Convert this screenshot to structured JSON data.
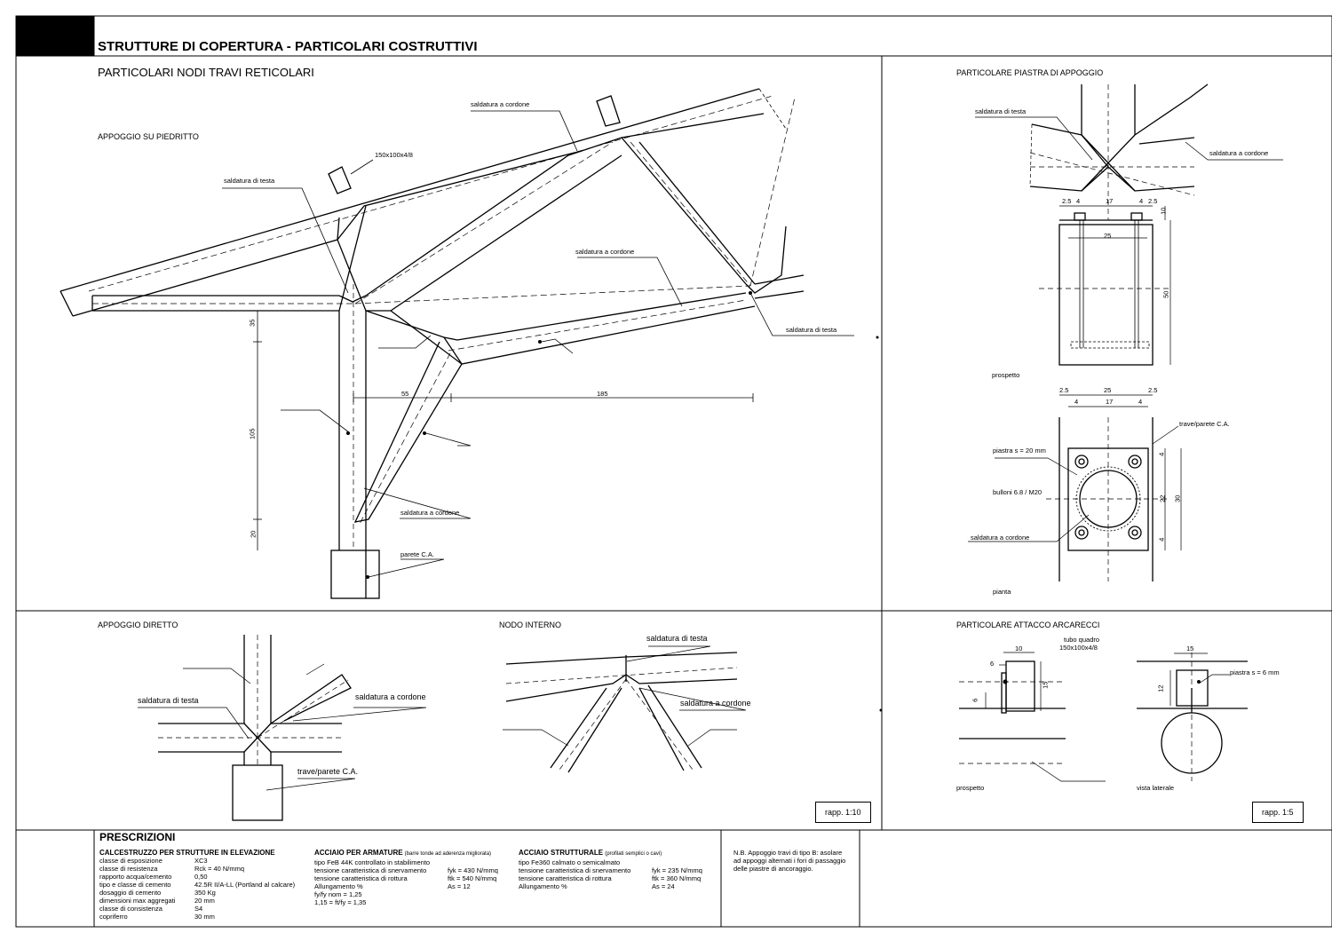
{
  "sheet": {
    "title": "STRUTTURE DI COPERTURA - PARTICOLARI COSTRUTTIVI",
    "section_truss": "PARTICOLARI NODI TRAVI RETICOLARI",
    "section_plate": "PARTICOLARE PIASTRA DI APPOGGIO"
  },
  "truss": {
    "subtitle": "APPOGGIO SU PIEDRITTO",
    "labels": {
      "tube": "150x100x4/8",
      "head_weld": "saldatura di testa",
      "fillet_weld_top": "saldatura a cordone",
      "fillet_weld_mid": "saldatura a cordone",
      "head_weld_right": "saldatura di testa",
      "fillet_weld_bottom": "saldatura a cordone",
      "wall": "parete C.A."
    },
    "dims": {
      "d35": "35",
      "d105": "105",
      "d20": "20",
      "d55": "55",
      "d185": "185"
    }
  },
  "plate": {
    "head_weld": "saldatura di testa",
    "fillet_weld": "saldatura a cordone",
    "dims_top": [
      "2.5",
      "4",
      "17",
      "4",
      "2.5"
    ],
    "dim_10": "10",
    "dim_25": "25",
    "dim_50": "50",
    "prospetto": "prospetto",
    "dims_plan": [
      "2.5",
      "25",
      "2.5"
    ],
    "dims_plan2": [
      "4",
      "17",
      "4"
    ],
    "beam_wall": "trave/parete C.A.",
    "plate_label": "piastra s = 20 mm",
    "bolts": "bulloni 6.8 / M20",
    "plan_weld": "saldatura a cordone",
    "dims_right": [
      "4",
      "22",
      "30",
      "4"
    ],
    "pianta": "pianta"
  },
  "direct": {
    "subtitle": "APPOGGIO DIRETTO",
    "head_weld": "saldatura di testa",
    "fillet_weld": "saldatura a cordone",
    "beam_wall": "trave/parete C.A."
  },
  "internal": {
    "subtitle": "NODO INTERNO",
    "head_weld": "saldatura di testa",
    "fillet_weld": "saldatura a cordone",
    "scale": "rapp. 1:10"
  },
  "purlin": {
    "subtitle": "PARTICOLARE ATTACCO ARCARECCI",
    "dim_10": "10",
    "dim_6a": "6",
    "dim_6b": "6",
    "dim_15v": "15",
    "tube_line1": "tubo quadro",
    "tube_line2": "150x100x4/8",
    "prospetto": "prospetto",
    "dim_15h": "15",
    "dim_12": "12",
    "plate_label": "piastra s = 6 mm",
    "side_view": "vista laterale",
    "scale": "rapp. 1:5"
  },
  "prescriptions": {
    "title": "PRESCRIZIONI",
    "concrete_title": "CALCESTRUZZO PER STRUTTURE IN ELEVAZIONE",
    "concrete": [
      [
        "classe di esposizione",
        "XC3"
      ],
      [
        "classe di resistenza",
        "Rck = 40 N/mmq"
      ],
      [
        "rapporto acqua/cemento",
        "0,50"
      ],
      [
        "tipo e classe di cemento",
        "42.5R II/A-LL (Portland al calcare)"
      ],
      [
        "dosaggio di cemento",
        "350 Kg"
      ],
      [
        "dimensioni max aggregati",
        "20 mm"
      ],
      [
        "classe di consistenza",
        "S4"
      ],
      [
        "copriferro",
        "30 mm"
      ]
    ],
    "rebar_title": "ACCIAIO PER ARMATURE",
    "rebar_note": "(barre tonde ad aderenza migliorata)",
    "rebar_type": "tipo FeB 44K controllato in stabilimento",
    "rebar": [
      [
        "tensione caratteristica di snervamento",
        "fyk = 430 N/mmq"
      ],
      [
        "tensione caratteristica di rottura",
        "ftk = 540 N/mmq"
      ],
      [
        "Allungamento %",
        "As = 12"
      ]
    ],
    "rebar_extra": [
      "fy/fy nom = 1,25",
      "1,15 = ft/fy = 1,35"
    ],
    "steel_title": "ACCIAIO STRUTTURALE",
    "steel_note": "(profilati semplici o cavi)",
    "steel_type": "tipo Fe360 calmato o semicalmato",
    "steel": [
      [
        "tensione caratteristica di snervamento",
        "fyk = 235 N/mmq"
      ],
      [
        "tensione caratteristica di rottura",
        "ftk = 360 N/mmq"
      ],
      [
        "Allungamento %",
        "As = 24"
      ]
    ],
    "note": [
      "N.B. Appoggio travi di tipo B: asolare",
      "ad appoggi alternati i fori di passaggio",
      "delle piastre di ancoraggio."
    ]
  }
}
